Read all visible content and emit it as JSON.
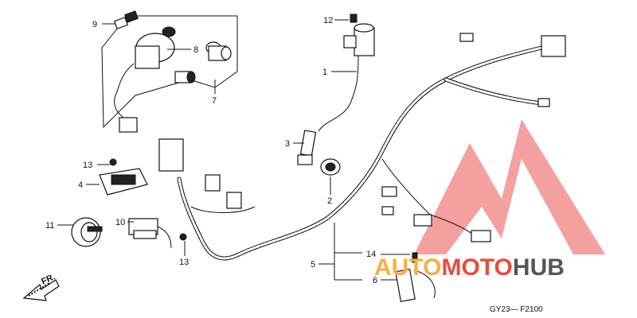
{
  "callouts": {
    "c1": "1",
    "c2": "2",
    "c3": "3",
    "c4": "4",
    "c5": "5",
    "c6": "6",
    "c7": "7",
    "c8": "8",
    "c9": "9",
    "c10": "10",
    "c11": "11",
    "c12": "12",
    "c13a": "13",
    "c13b": "13",
    "c14": "14"
  },
  "front_indicator": "FR.",
  "diagram_code": "GY23— F2100",
  "watermark": {
    "text_a": "AUTO",
    "text_b": "MOTO",
    "text_c": "HUB",
    "color_a": "#f5b041",
    "color_b": "#e74c3c",
    "color_c": "#555555",
    "logo_color": "#f08080"
  }
}
